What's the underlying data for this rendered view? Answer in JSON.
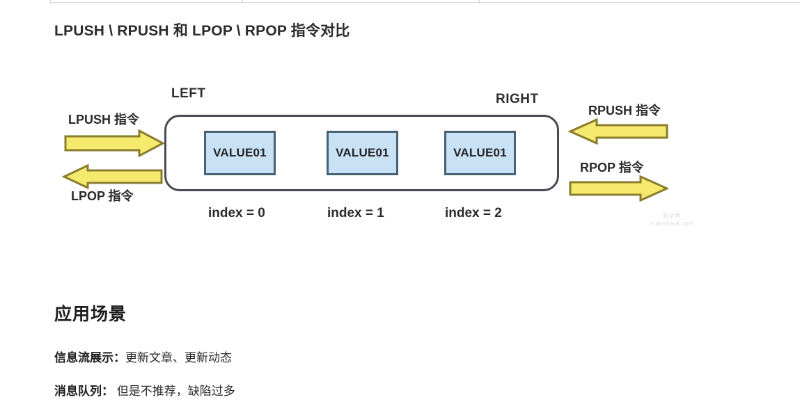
{
  "document": {
    "title": "LPUSH \\ RPUSH 和 LPOP \\ RPOP 指令对比"
  },
  "diagram": {
    "left_label": "LEFT",
    "right_label": "RIGHT",
    "values": [
      {
        "text": "VALUE01",
        "index_label": "index = 0"
      },
      {
        "text": "VALUE01",
        "index_label": "index = 1"
      },
      {
        "text": "VALUE01",
        "index_label": "index = 2"
      }
    ],
    "arrows": [
      {
        "id": "lpush",
        "label": "LPUSH 指令",
        "direction": "right",
        "side": "left"
      },
      {
        "id": "lpop",
        "label": "LPOP 指令",
        "direction": "left",
        "side": "left"
      },
      {
        "id": "rpush",
        "label": "RPUSH 指令",
        "direction": "left",
        "side": "right"
      },
      {
        "id": "rpop",
        "label": "RPOP 指令",
        "direction": "right",
        "side": "right"
      }
    ],
    "colors": {
      "arrow_fill": "#f6ea6e",
      "arrow_stroke": "#8a7d2e",
      "value_fill": "#c9e1f4",
      "value_stroke": "#4a6172",
      "container_stroke": "#4a4a55"
    }
  },
  "watermark": {
    "cn": "面试鸭",
    "en": "mianshiya.com"
  },
  "section": {
    "heading": "应用场景",
    "items": [
      {
        "term": "信息流展示：",
        "desc": "更新文章、更新动态"
      },
      {
        "term": "消息队列：",
        "desc": " 但是不推荐，缺陷过多"
      }
    ]
  }
}
